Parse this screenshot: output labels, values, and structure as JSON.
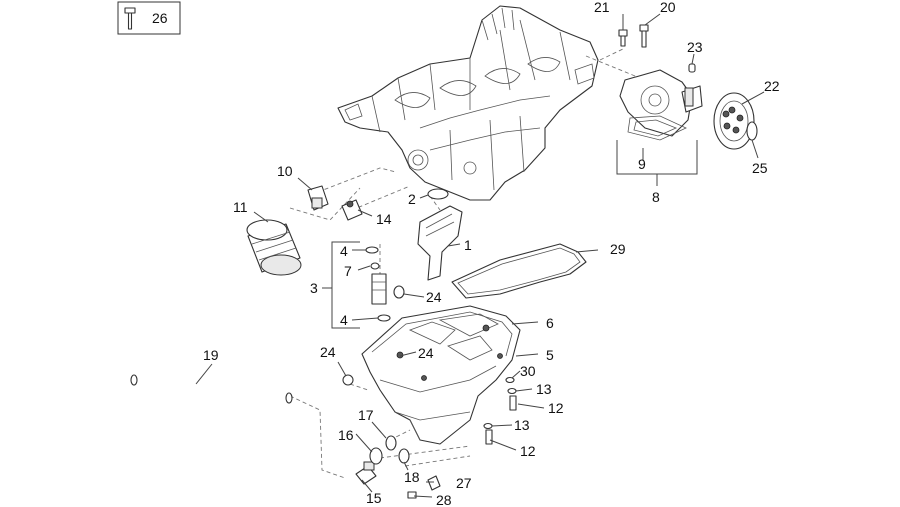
{
  "legend_box": {
    "label": "26",
    "icon": "bolt-icon"
  },
  "callouts": [
    {
      "id": "c1",
      "text": "1"
    },
    {
      "id": "c2",
      "text": "2"
    },
    {
      "id": "c3",
      "text": "3"
    },
    {
      "id": "c4a",
      "text": "4"
    },
    {
      "id": "c4b",
      "text": "4"
    },
    {
      "id": "c5",
      "text": "5"
    },
    {
      "id": "c6",
      "text": "6"
    },
    {
      "id": "c7",
      "text": "7"
    },
    {
      "id": "c8",
      "text": "8"
    },
    {
      "id": "c9",
      "text": "9"
    },
    {
      "id": "c10",
      "text": "10"
    },
    {
      "id": "c11",
      "text": "11"
    },
    {
      "id": "c12a",
      "text": "12"
    },
    {
      "id": "c12b",
      "text": "12"
    },
    {
      "id": "c13a",
      "text": "13"
    },
    {
      "id": "c13b",
      "text": "13"
    },
    {
      "id": "c14",
      "text": "14"
    },
    {
      "id": "c15",
      "text": "15"
    },
    {
      "id": "c16",
      "text": "16"
    },
    {
      "id": "c17",
      "text": "17"
    },
    {
      "id": "c18",
      "text": "18"
    },
    {
      "id": "c19",
      "text": "19"
    },
    {
      "id": "c20",
      "text": "20"
    },
    {
      "id": "c21",
      "text": "21"
    },
    {
      "id": "c22",
      "text": "22"
    },
    {
      "id": "c23",
      "text": "23"
    },
    {
      "id": "c24a",
      "text": "24"
    },
    {
      "id": "c24b",
      "text": "24"
    },
    {
      "id": "c24c",
      "text": "24"
    },
    {
      "id": "c25",
      "text": "25"
    },
    {
      "id": "c27",
      "text": "27"
    },
    {
      "id": "c28",
      "text": "28"
    },
    {
      "id": "c29",
      "text": "29"
    },
    {
      "id": "c30",
      "text": "30"
    }
  ]
}
